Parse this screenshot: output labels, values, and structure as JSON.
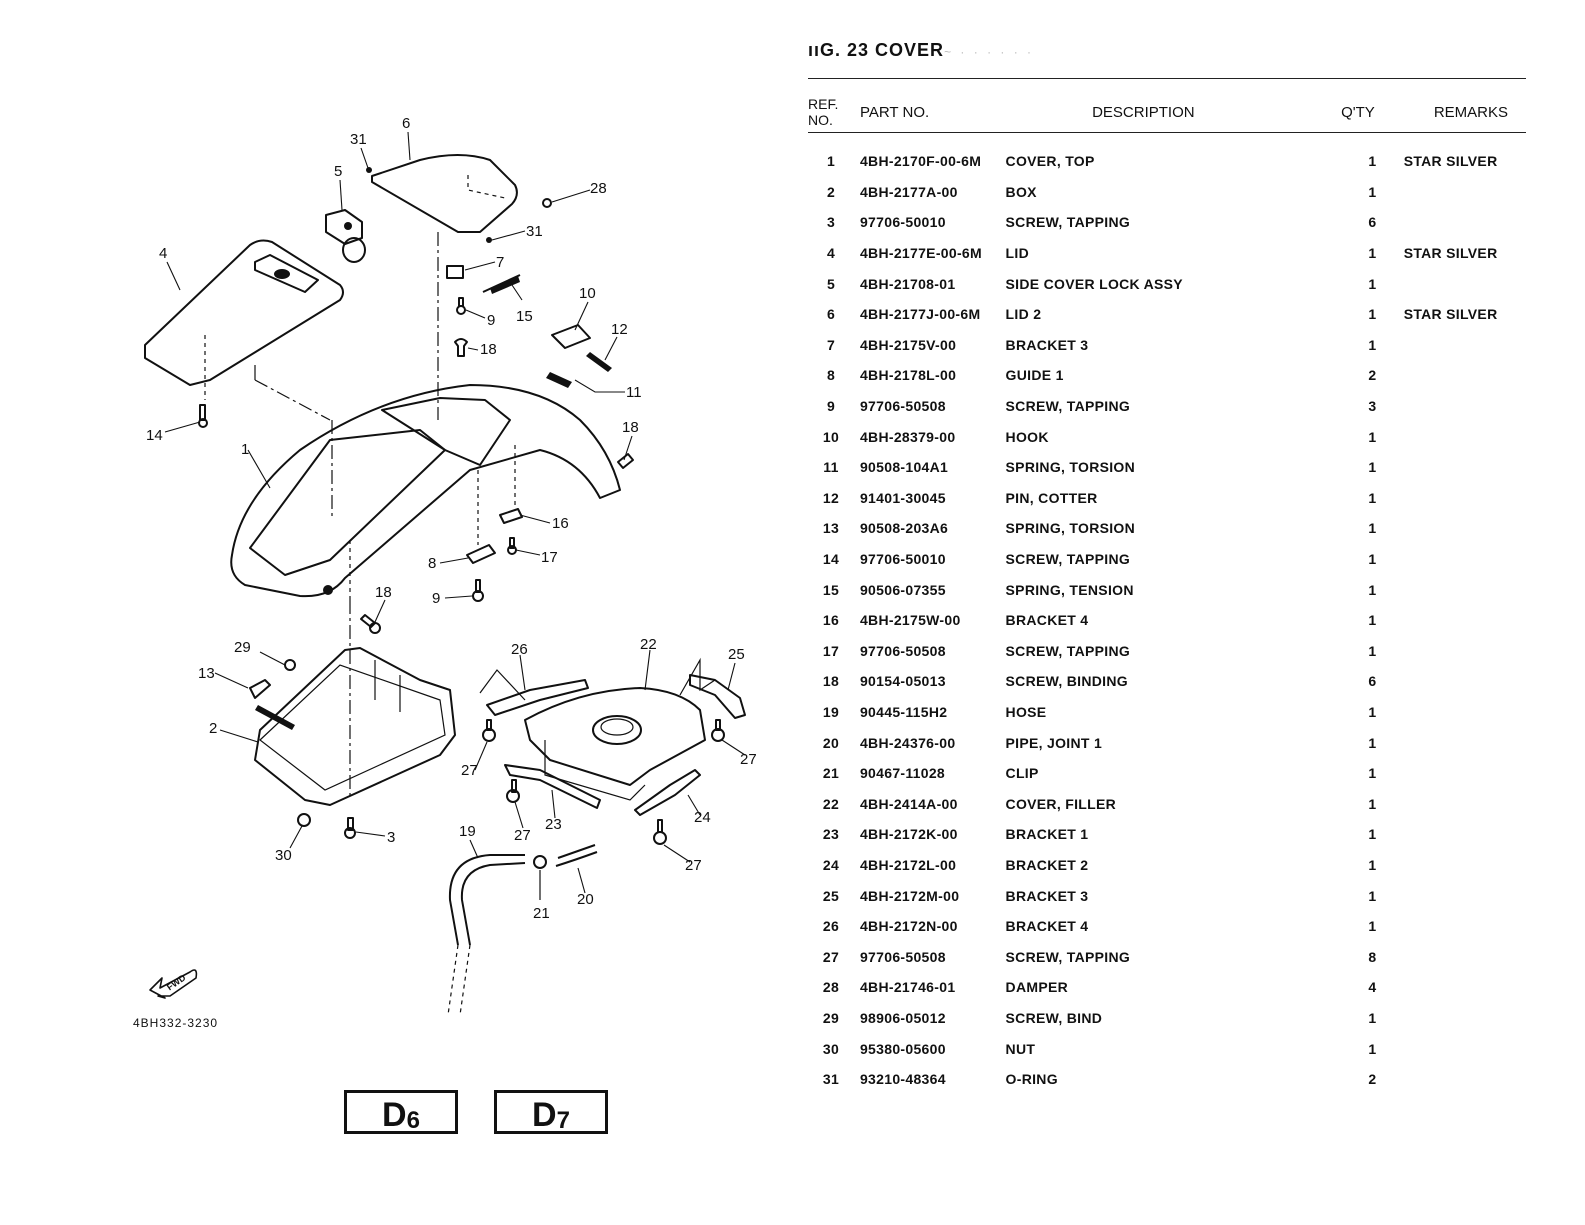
{
  "figure": {
    "title_prefix": "ııG. 23",
    "title": "COVER",
    "title_faded": "~ · · ·  ·  · ·"
  },
  "table": {
    "headers": {
      "ref_line1": "REF.",
      "ref_line2": "NO.",
      "part_no": "PART NO.",
      "description": "DESCRIPTION",
      "qty": "Q'TY",
      "remarks": "REMARKS"
    },
    "rows": [
      {
        "ref": "1",
        "part_no": "4BH-2170F-00-6M",
        "description": "COVER, TOP",
        "qty": "1",
        "remarks": "STAR SILVER"
      },
      {
        "ref": "2",
        "part_no": "4BH-2177A-00",
        "description": "BOX",
        "qty": "1",
        "remarks": ""
      },
      {
        "ref": "3",
        "part_no": "97706-50010",
        "description": "SCREW, TAPPING",
        "qty": "6",
        "remarks": ""
      },
      {
        "ref": "4",
        "part_no": "4BH-2177E-00-6M",
        "description": "LID",
        "qty": "1",
        "remarks": "STAR SILVER"
      },
      {
        "ref": "5",
        "part_no": "4BH-21708-01",
        "description": "SIDE COVER LOCK ASSY",
        "qty": "1",
        "remarks": ""
      },
      {
        "ref": "6",
        "part_no": "4BH-2177J-00-6M",
        "description": "LID 2",
        "qty": "1",
        "remarks": "STAR SILVER"
      },
      {
        "ref": "7",
        "part_no": "4BH-2175V-00",
        "description": "BRACKET 3",
        "qty": "1",
        "remarks": ""
      },
      {
        "ref": "8",
        "part_no": "4BH-2178L-00",
        "description": "GUIDE 1",
        "qty": "2",
        "remarks": ""
      },
      {
        "ref": "9",
        "part_no": "97706-50508",
        "description": "SCREW, TAPPING",
        "qty": "3",
        "remarks": ""
      },
      {
        "ref": "10",
        "part_no": "4BH-28379-00",
        "description": "HOOK",
        "qty": "1",
        "remarks": ""
      },
      {
        "ref": "11",
        "part_no": "90508-104A1",
        "description": "SPRING, TORSION",
        "qty": "1",
        "remarks": ""
      },
      {
        "ref": "12",
        "part_no": "91401-30045",
        "description": "PIN, COTTER",
        "qty": "1",
        "remarks": ""
      },
      {
        "ref": "13",
        "part_no": "90508-203A6",
        "description": "SPRING, TORSION",
        "qty": "1",
        "remarks": ""
      },
      {
        "ref": "14",
        "part_no": "97706-50010",
        "description": "SCREW, TAPPING",
        "qty": "1",
        "remarks": ""
      },
      {
        "ref": "15",
        "part_no": "90506-07355",
        "description": "SPRING, TENSION",
        "qty": "1",
        "remarks": ""
      },
      {
        "ref": "16",
        "part_no": "4BH-2175W-00",
        "description": "BRACKET 4",
        "qty": "1",
        "remarks": ""
      },
      {
        "ref": "17",
        "part_no": "97706-50508",
        "description": "SCREW, TAPPING",
        "qty": "1",
        "remarks": ""
      },
      {
        "ref": "18",
        "part_no": "90154-05013",
        "description": "SCREW, BINDING",
        "qty": "6",
        "remarks": ""
      },
      {
        "ref": "19",
        "part_no": "90445-115H2",
        "description": "HOSE",
        "qty": "1",
        "remarks": ""
      },
      {
        "ref": "20",
        "part_no": "4BH-24376-00",
        "description": "PIPE, JOINT 1",
        "qty": "1",
        "remarks": ""
      },
      {
        "ref": "21",
        "part_no": "90467-11028",
        "description": "CLIP",
        "qty": "1",
        "remarks": ""
      },
      {
        "ref": "22",
        "part_no": "4BH-2414A-00",
        "description": "COVER, FILLER",
        "qty": "1",
        "remarks": ""
      },
      {
        "ref": "23",
        "part_no": "4BH-2172K-00",
        "description": "BRACKET 1",
        "qty": "1",
        "remarks": ""
      },
      {
        "ref": "24",
        "part_no": "4BH-2172L-00",
        "description": "BRACKET 2",
        "qty": "1",
        "remarks": ""
      },
      {
        "ref": "25",
        "part_no": "4BH-2172M-00",
        "description": "BRACKET 3",
        "qty": "1",
        "remarks": ""
      },
      {
        "ref": "26",
        "part_no": "4BH-2172N-00",
        "description": "BRACKET 4",
        "qty": "1",
        "remarks": ""
      },
      {
        "ref": "27",
        "part_no": "97706-50508",
        "description": "SCREW, TAPPING",
        "qty": "8",
        "remarks": ""
      },
      {
        "ref": "28",
        "part_no": "4BH-21746-01",
        "description": "DAMPER",
        "qty": "4",
        "remarks": ""
      },
      {
        "ref": "29",
        "part_no": "98906-05012",
        "description": "SCREW, BIND",
        "qty": "1",
        "remarks": ""
      },
      {
        "ref": "30",
        "part_no": "95380-05600",
        "description": "NUT",
        "qty": "1",
        "remarks": ""
      },
      {
        "ref": "31",
        "part_no": "93210-48364",
        "description": "O-RING",
        "qty": "2",
        "remarks": ""
      }
    ]
  },
  "diagram": {
    "drawing_code": "4BH332-3230",
    "fwd_label": "FWD",
    "callouts": {
      "c1": "1",
      "c2": "2",
      "c3": "3",
      "c4": "4",
      "c5": "5",
      "c6": "6",
      "c7": "7",
      "c8": "8",
      "c9a": "9",
      "c9b": "9",
      "c10": "10",
      "c11": "11",
      "c12": "12",
      "c13": "13",
      "c14": "14",
      "c15": "15",
      "c16": "16",
      "c17": "17",
      "c18a": "18",
      "c18b": "18",
      "c18c": "18",
      "c19": "19",
      "c20": "20",
      "c21": "21",
      "c22": "22",
      "c23": "23",
      "c24": "24",
      "c25": "25",
      "c26": "26",
      "c27a": "27",
      "c27b": "27",
      "c27c": "27",
      "c27d": "27",
      "c28": "28",
      "c29": "29",
      "c30": "30",
      "c31a": "31",
      "c31b": "31"
    }
  },
  "page_refs": {
    "left": {
      "letter": "D",
      "num": "6"
    },
    "right": {
      "letter": "D",
      "num": "7"
    }
  }
}
